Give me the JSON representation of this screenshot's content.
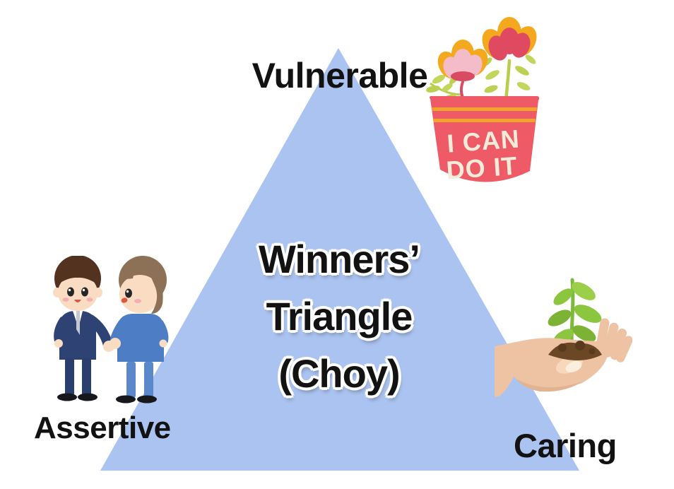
{
  "diagram": {
    "title": {
      "line1": "Winners’",
      "line2": "Triangle",
      "line3": "(Choy)"
    },
    "corners": {
      "top": {
        "label": "Vulnerable",
        "icon": "flower-pot-i-can-do-it"
      },
      "bottom_left": {
        "label": "Assertive",
        "icon": "businessmen-handshake"
      },
      "bottom_right": {
        "label": "Caring",
        "icon": "hand-holding-seedling"
      }
    },
    "pot": {
      "line1": "I CAN",
      "line2": "DO IT"
    }
  },
  "icons": [
    "flower-pot-icon",
    "handshake-icon",
    "hand-seedling-icon"
  ],
  "colors": {
    "triangle_fill": "#abc3f0",
    "label_text": "#121212",
    "title_outline": "#ffffff",
    "pot_red": "#ee5b67",
    "pot_stripe_yellow": "#f0a42c",
    "pot_text_cream": "#f4ecd9",
    "flower_yellow": "#f3a81d",
    "flower_pink": "#f4bcc9",
    "flower_red": "#e04a60",
    "leaf_green": "#bdd052",
    "suit_navy": "#2e4373",
    "suit_blue": "#4d7dc4",
    "face_skin": "#f9dcc1",
    "hand_skin": "#edc3a3",
    "soil_brown": "#6b4726",
    "sprout_green": "#8cc63f"
  }
}
